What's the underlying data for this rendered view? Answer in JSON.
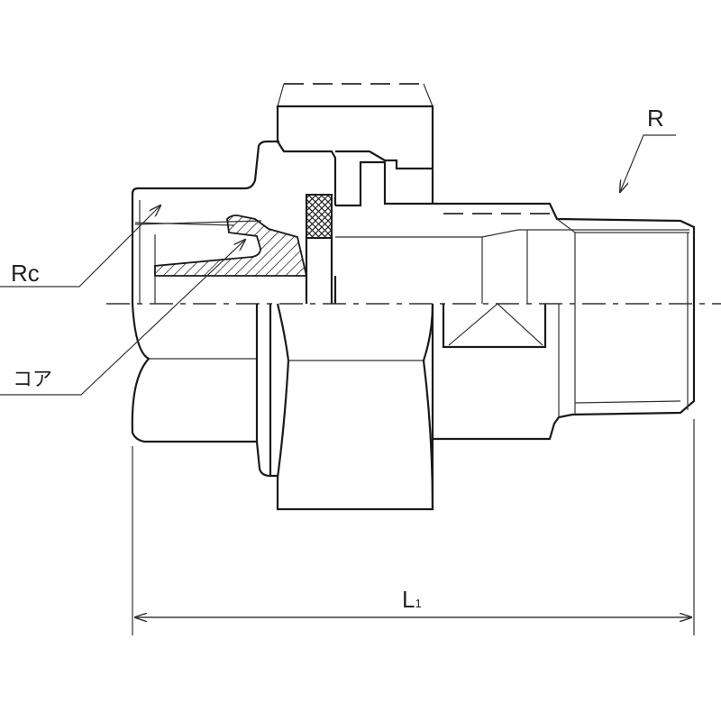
{
  "labels": {
    "male_thread": "R",
    "female_thread": "Rc",
    "core": "コア",
    "length_main": "L",
    "length_sub": "1"
  }
}
